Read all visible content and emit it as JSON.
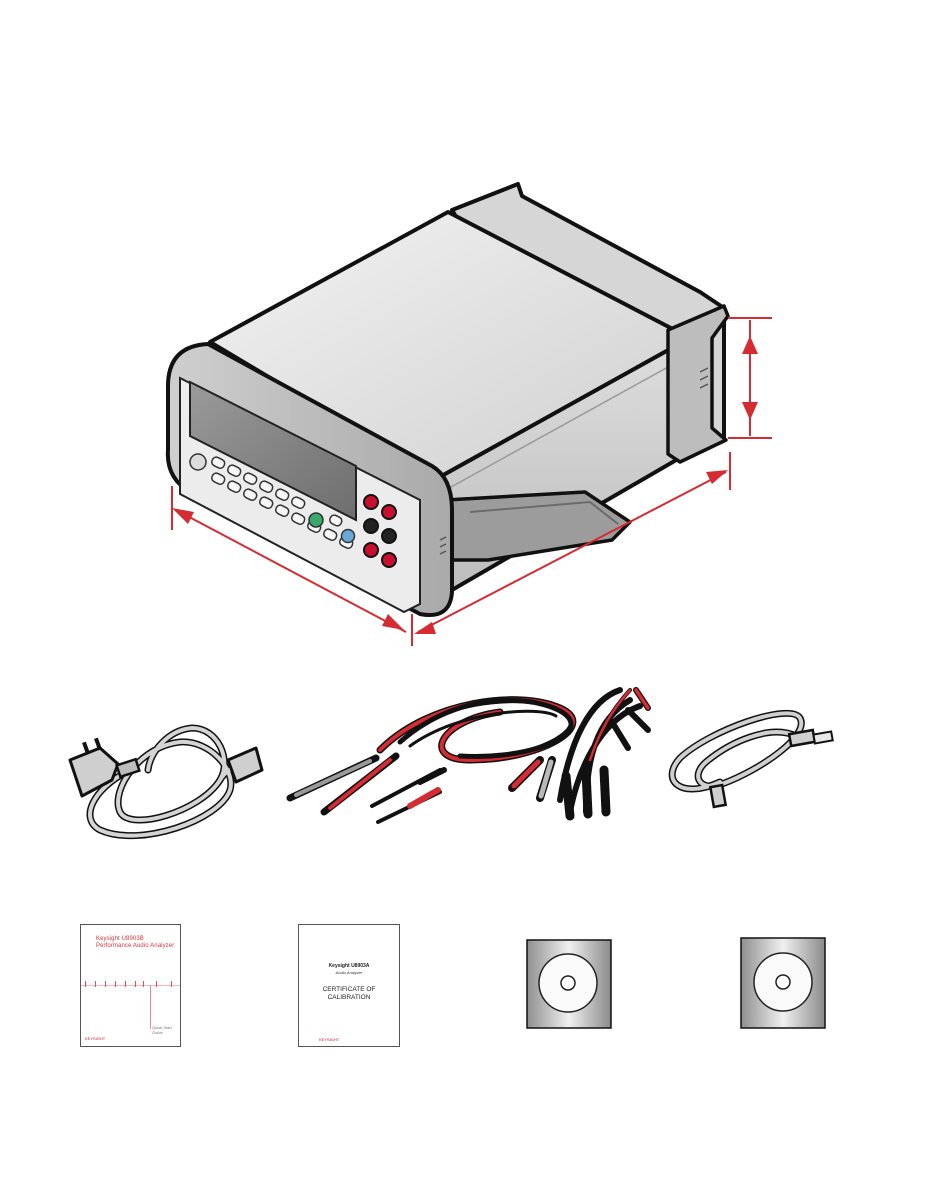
{
  "quick_start_guide": {
    "title_line1": "Keysight U8903B",
    "title_line2": "Performance Audio Analyzer",
    "guide_label_line1": "Quick Start",
    "guide_label_line2": "Guide"
  },
  "certificate": {
    "model_line1": "Keysight U8903A",
    "model_line2": "Audio Analyzer",
    "title_line1": "CERTIFICATE OF",
    "title_line2": "CALIBRATION"
  },
  "brand": {
    "logo_text": "KEYSIGHT",
    "accent_color": "#d8343f"
  },
  "icons": {
    "instrument": "bench-audio-analyzer-illustration",
    "power_cord": "power-cord-icon",
    "test_leads": "test-leads-icon",
    "usb_cable": "usb-cable-icon",
    "cd": "cd-disc-icon"
  }
}
